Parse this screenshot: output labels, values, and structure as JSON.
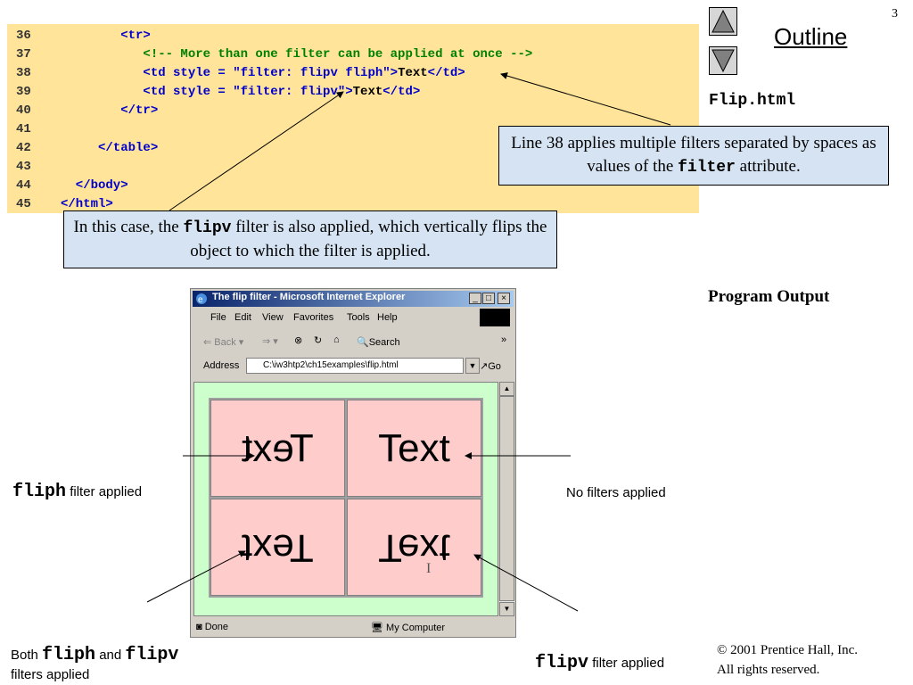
{
  "page_number": "3",
  "outline": {
    "title": "Outline",
    "file_label": "Flip.html"
  },
  "code_lines": [
    {
      "num": "36",
      "html": "<span class=\"tag\">        &lt;tr&gt;</span>"
    },
    {
      "num": "37",
      "html": "<span class=\"cmt\">           &lt;!-- More than one filter can be applied at once --&gt;</span>"
    },
    {
      "num": "38",
      "html": "<span class=\"tag\">           &lt;td style = \"filter: flipv fliph\"&gt;</span><span class=\"txt\">Text</span><span class=\"tag\">&lt;/td&gt;</span>"
    },
    {
      "num": "39",
      "html": "<span class=\"tag\">           &lt;td style = \"filter: flipv\"&gt;</span><span class=\"txt\">Text</span><span class=\"tag\">&lt;/td&gt;</span>"
    },
    {
      "num": "40",
      "html": "<span class=\"tag\">        &lt;/tr&gt;</span>"
    },
    {
      "num": "41",
      "html": ""
    },
    {
      "num": "42",
      "html": "<span class=\"tag\">     &lt;/table&gt;</span>"
    },
    {
      "num": "43",
      "html": ""
    },
    {
      "num": "44",
      "html": "<span class=\"tag\">  &lt;/body&gt;</span>"
    },
    {
      "num": "45",
      "html": "<span class=\"tag\">&lt;/html&gt;</span>"
    }
  ],
  "callouts": {
    "line38_pre": "Line 38 applies multiple filters separated by spaces as values of the ",
    "line38_code": "filter",
    "line38_post": " attribute.",
    "flipv_pre": "In this case, the ",
    "flipv_code": "flipv",
    "flipv_post": " filter is also applied, which vertically flips the object to which the filter is applied."
  },
  "program_output": "Program Output",
  "annotations": {
    "fliph_code": "fliph",
    "fliph_text": "filter applied",
    "nofilters": "No filters applied",
    "both_pre": "Both ",
    "both_code1": "fliph",
    "both_mid": " and ",
    "both_code2": "flipv",
    "both_post": "filters applied",
    "flipv_code": "flipv",
    "flipv_text": "filter applied"
  },
  "copyright": {
    "line1": "© 2001 Prentice Hall, Inc.",
    "line2": "All rights reserved."
  },
  "browser": {
    "title": "The flip filter - Microsoft Internet Explorer",
    "menu": [
      "File",
      "Edit",
      "View",
      "Favorites",
      "Tools",
      "Help"
    ],
    "toolbar": {
      "back": "Back",
      "search": "Search"
    },
    "address_label": "Address",
    "address_value": "C:\\iw3htp2\\ch15examples\\flip.html",
    "go_label": "Go",
    "cell_text": "Text",
    "status_left": "Done",
    "status_right": "My Computer"
  }
}
